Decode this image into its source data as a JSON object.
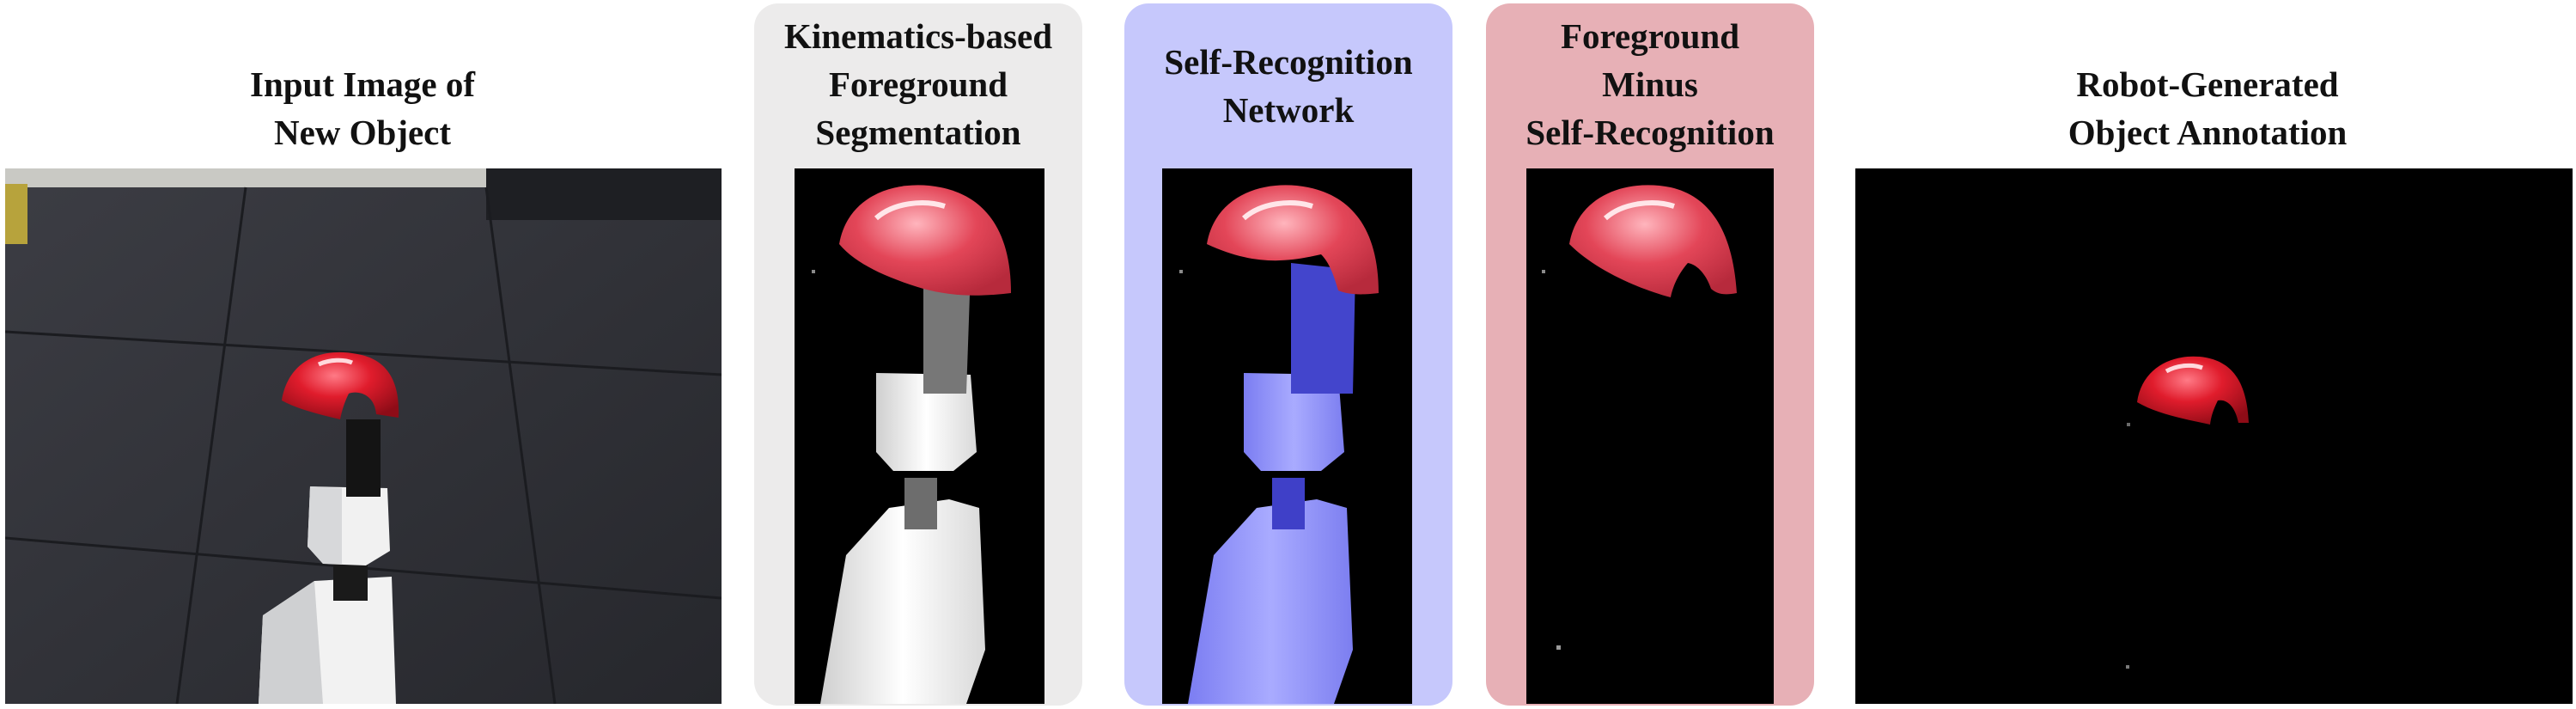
{
  "colors": {
    "segmentation_panel": "#ecebeb",
    "self_recognition_panel": "#c6c8fc",
    "minus_panel": "#e7b0b6",
    "bowl_red": "#e23a4c",
    "robot_blue": "#8a8cf8",
    "background_black": "#000000"
  },
  "figure": {
    "panels": [
      {
        "id": "input",
        "title_lines": [
          "Input Image of",
          "New Object"
        ]
      },
      {
        "id": "segmentation",
        "title_lines": [
          "Kinematics-based",
          "Foreground",
          "Segmentation"
        ]
      },
      {
        "id": "self_recognition",
        "title_lines": [
          "Self-Recognition",
          "Network"
        ]
      },
      {
        "id": "minus",
        "title_lines": [
          "Foreground",
          "Minus",
          "Self-Recognition"
        ]
      },
      {
        "id": "annotation",
        "title_lines": [
          "Robot-Generated",
          "Object Annotation"
        ]
      }
    ]
  }
}
